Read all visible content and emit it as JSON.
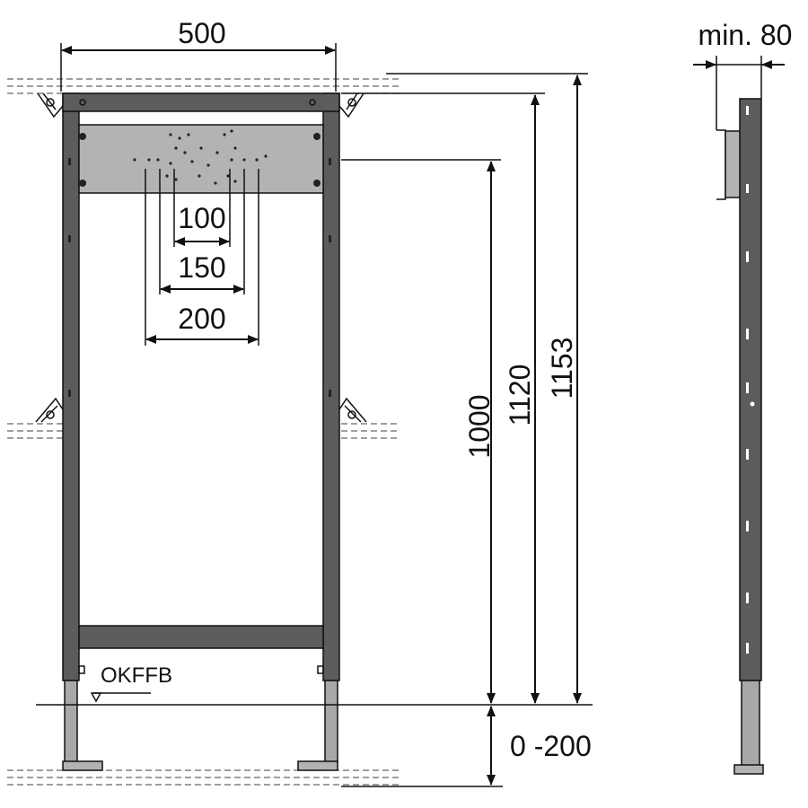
{
  "dimensions": {
    "frame_width": "500",
    "hole_spacing_1": "100",
    "hole_spacing_2": "150",
    "hole_spacing_3": "200",
    "height_1": "1000",
    "height_2": "1120",
    "height_3": "1153",
    "leg_adjust": "0 -200",
    "side_depth": "min. 80"
  },
  "labels": {
    "floor_reference": "OKFFB"
  },
  "colors": {
    "frame_dark": "#5c5c5c",
    "plate_grey": "#b3b3b3",
    "leg_grey": "#a8a8a8",
    "line": "#111111"
  }
}
